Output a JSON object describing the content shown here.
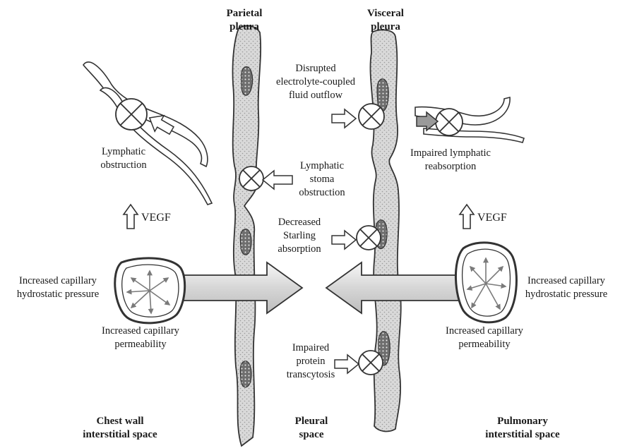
{
  "headers": {
    "parietal": [
      "Parietal",
      "pleura"
    ],
    "visceral": [
      "Visceral",
      "pleura"
    ]
  },
  "labels": {
    "lymphatic_obstruction": [
      "Lymphatic",
      "obstruction"
    ],
    "disrupted_outflow": [
      "Disrupted",
      "electrolyte-coupled",
      "fluid outflow"
    ],
    "impaired_reabsorption": [
      "Impaired lymphatic",
      "reabsorption"
    ],
    "stoma_obstruction": [
      "Lymphatic",
      "stoma",
      "obstruction"
    ],
    "starling_absorption": [
      "Decreased",
      "Starling",
      "absorption"
    ],
    "protein_transcytosis": [
      "Impaired",
      "protein",
      "transcytosis"
    ],
    "hydrostatic_left": [
      "Increased capillary",
      "hydrostatic pressure"
    ],
    "hydrostatic_right": [
      "Increased capillary",
      "hydrostatic pressure"
    ],
    "permeability_left": [
      "Increased capillary",
      "permeability"
    ],
    "permeability_right": [
      "Increased capillary",
      "permeability"
    ]
  },
  "vegf": {
    "left": "VEGF",
    "right": "VEGF"
  },
  "footers": {
    "chest_wall": [
      "Chest wall",
      "interstitial space"
    ],
    "pleural": [
      "Pleural",
      "space"
    ],
    "pulmonary": [
      "Pulmonary",
      "interstitial space"
    ]
  },
  "colors": {
    "membrane_fill": "#d9d9d9",
    "stroke": "#333333",
    "big_arrow_fill": "#e6e6e6",
    "vessel_fill": "#ffffff"
  }
}
